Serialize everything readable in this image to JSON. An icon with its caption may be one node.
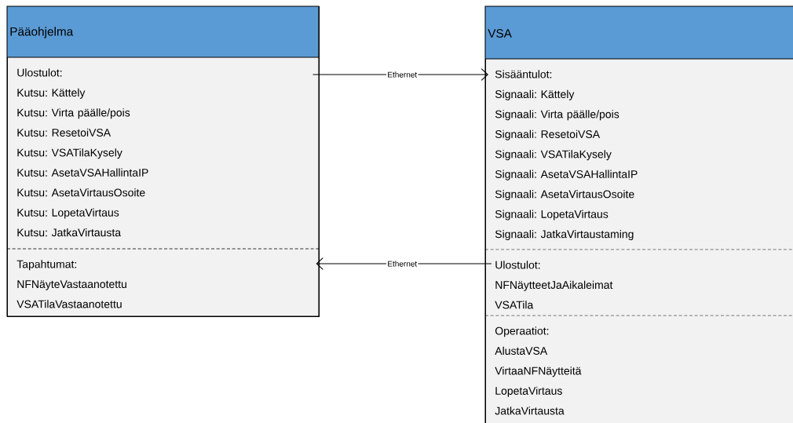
{
  "diagram": {
    "nodes": [
      {
        "text": [
          "Pääohjelma"
        ]
      },
      {
        "text": [
          "Ulostulot:",
          "Kutsu: Kättely",
          "Kutsu: Virta päälle/pois",
          "Kutsu: ResetoiVSA",
          "Kutsu: VSATilaKysely",
          "Kutsu: AsetaVSAHallintaIP",
          "Kutsu: AsetaVirtausOsoite",
          "Kutsu: LopetaVirtaus",
          "Kutsu: JatkaVirtausta"
        ],
        "in": 0
      },
      {
        "text": [
          "Tapahtumat:",
          "NFNäyteVastaanotettu",
          "VSATilaVastaanotettu"
        ],
        "in": 0
      },
      {
        "text": [
          "VSA"
        ]
      },
      {
        "text": [
          "Sisääntulot:",
          "Signaali: Kättely",
          "Signaali: Virta päälle/pois",
          "Signaali: ResetoiVSA",
          "Signaali: VSATilaKysely",
          "Signaali: AsetaVSAHallintaIP",
          "Signaali: AsetaVirtausOsoite",
          "Signaali: LopetaVirtaus",
          "Signaali: JatkaVirtaustaming"
        ],
        "in": 3
      },
      {
        "text": [
          "Ulostulot:",
          "NFNäytteetJaAikaleimat",
          "VSATila"
        ],
        "in": 3
      },
      {
        "text": [
          "Operaatiot:",
          "AlustaVSA",
          "VirtaaNFNäytteitä",
          "LopetaVirtaus",
          "JatkaVirtausta"
        ],
        "in": 3
      }
    ],
    "edges": [
      {
        "from": 1,
        "to": 4,
        "label": "Ethernet",
        "arrow": "to"
      },
      {
        "from": 5,
        "to": 2,
        "label": "Ethernet",
        "arrow": "to"
      }
    ]
  }
}
